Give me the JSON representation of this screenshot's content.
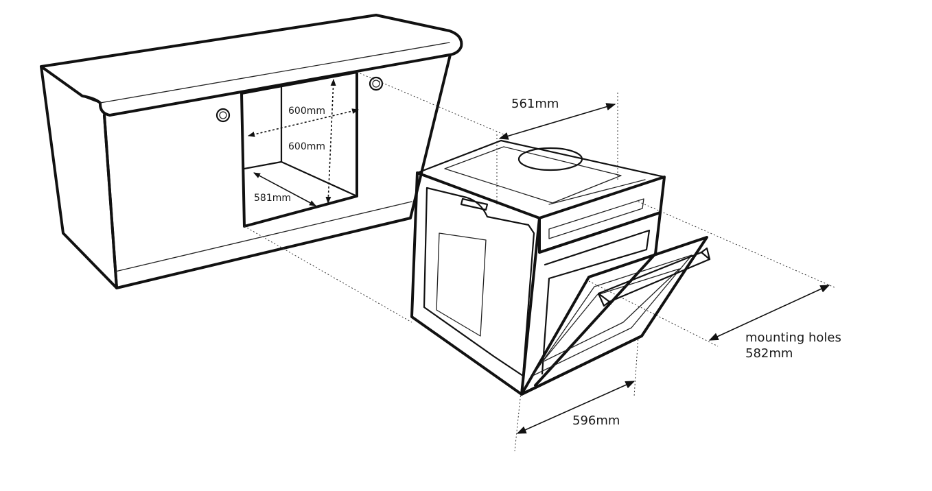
{
  "dimensions": {
    "cabinet_width": "600mm",
    "cabinet_height": "600mm",
    "cabinet_depth": "581mm",
    "oven_depth": "561mm",
    "oven_width": "596mm",
    "mounting_holes_label": "mounting holes",
    "mounting_holes_value": "582mm"
  },
  "colors": {
    "line": "#111111",
    "background": "#ffffff"
  }
}
